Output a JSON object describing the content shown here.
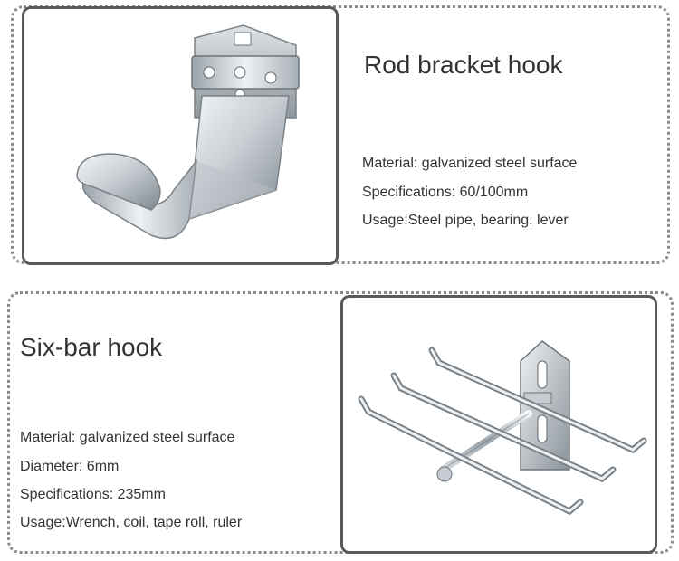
{
  "products": [
    {
      "title": "Rod bracket hook",
      "specs": [
        "Material: galvanized steel surface",
        "Specifications: 60/100mm",
        "Usage:Steel pipe, bearing, lever"
      ]
    },
    {
      "title": "Six-bar hook",
      "specs": [
        "Material: galvanized steel surface",
        "Diameter: 6mm",
        "Specifications: 235mm",
        "Usage:Wrench, coil, tape roll, ruler"
      ]
    }
  ],
  "colors": {
    "frame_border": "#5a5a5a",
    "dotted_border": "#8a8a8a",
    "text": "#333333",
    "steel_light": "#e8ecef",
    "steel_dark": "#8e979e"
  }
}
